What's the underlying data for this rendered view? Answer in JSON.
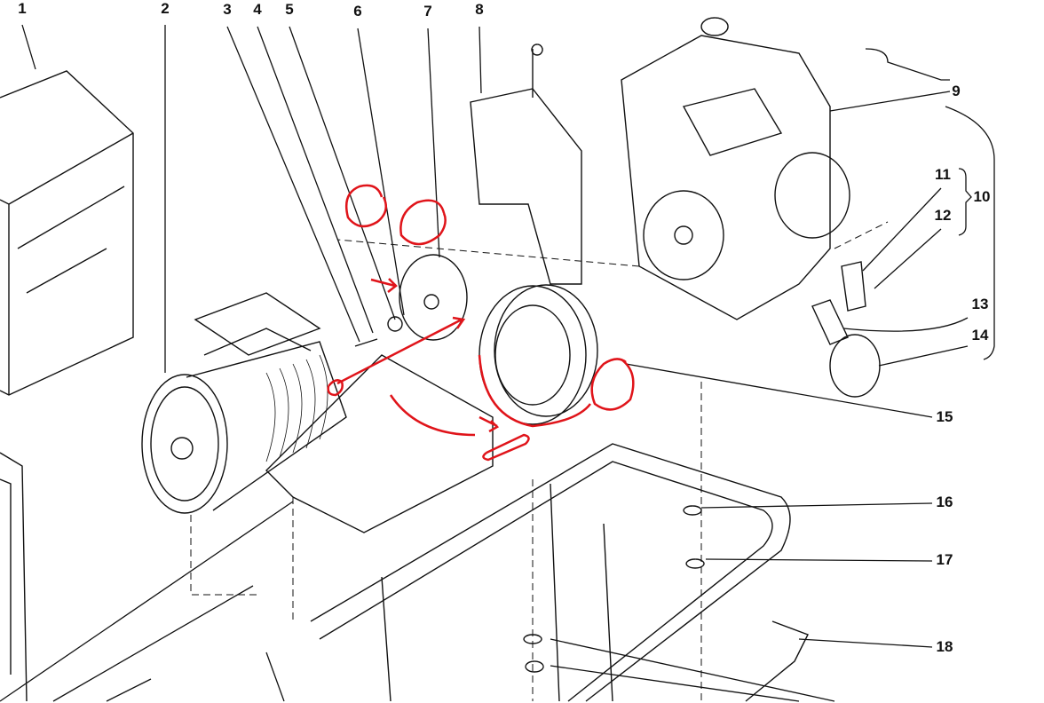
{
  "diagram": {
    "type": "exploded parts view",
    "callouts": [
      {
        "id": "1",
        "label": "1"
      },
      {
        "id": "2",
        "label": "2"
      },
      {
        "id": "3",
        "label": "3"
      },
      {
        "id": "4",
        "label": "4"
      },
      {
        "id": "5",
        "label": "5"
      },
      {
        "id": "6",
        "label": "6"
      },
      {
        "id": "7",
        "label": "7"
      },
      {
        "id": "8",
        "label": "8"
      },
      {
        "id": "9",
        "label": "9"
      },
      {
        "id": "10",
        "label": "10"
      },
      {
        "id": "11",
        "label": "11"
      },
      {
        "id": "12",
        "label": "12"
      },
      {
        "id": "13",
        "label": "13"
      },
      {
        "id": "14",
        "label": "14"
      },
      {
        "id": "15",
        "label": "15"
      },
      {
        "id": "16",
        "label": "16"
      },
      {
        "id": "17",
        "label": "17"
      },
      {
        "id": "18",
        "label": "18"
      }
    ],
    "colors": {
      "ink": "#111111",
      "annotation": "#e0141a"
    }
  }
}
